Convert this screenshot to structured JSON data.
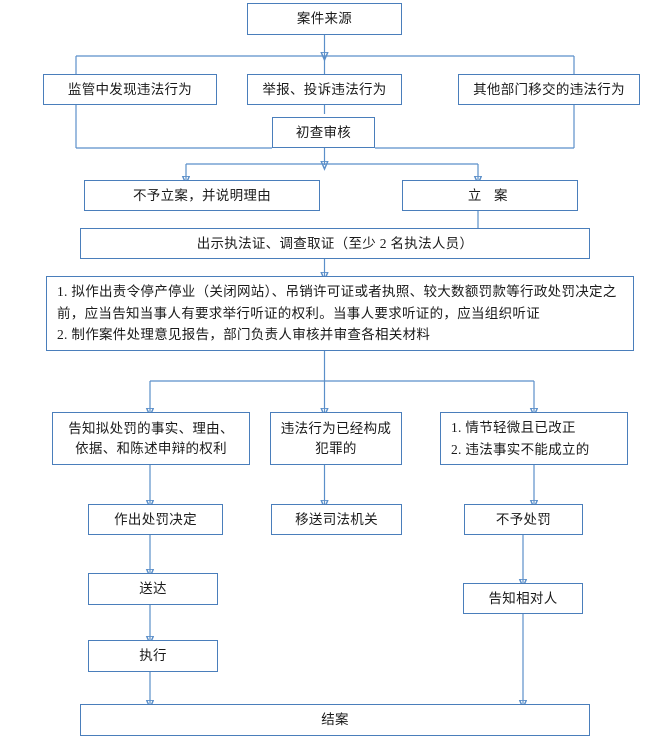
{
  "diagram": {
    "title": "案件来源",
    "type": "flowchart",
    "orientation": "top-down",
    "colors": {
      "box_border": "#4a7ebb",
      "connector": "#5b8fc9",
      "text": "#1a1a1a",
      "background": "#ffffff"
    },
    "nodes": [
      {
        "id": "source",
        "label": "案件来源"
      },
      {
        "id": "branch-a",
        "label": "监管中发现违法行为"
      },
      {
        "id": "branch-b",
        "label": "举报、投诉违法行为"
      },
      {
        "id": "branch-c",
        "label": "其他部门移交的违法行为"
      },
      {
        "id": "review",
        "label": "初查审核"
      },
      {
        "id": "no-case",
        "label": "不予立案，并说明理由"
      },
      {
        "id": "open-case",
        "label": "立  案"
      },
      {
        "id": "investigate",
        "label": "出示执法证、调查取证（至少 2 名执法人员）"
      },
      {
        "id": "hearing-1",
        "label": "1. 拟作出责令停产停业（关闭网站）、吊销许可证或者执照、较大数额罚款等行政处罚决定之前，应当告知当事人有要求举行听证的权利。当事人要求听证的，应当组织听证"
      },
      {
        "id": "hearing-2",
        "label": "2. 制作案件处理意见报告，部门负责人审核并审查各相关材料"
      },
      {
        "id": "notify-1",
        "label": "告知拟处罚的事实、理由、"
      },
      {
        "id": "notify-2",
        "label": "依据、和陈述申辩的权利"
      },
      {
        "id": "crime-1",
        "label": "违法行为已经构成"
      },
      {
        "id": "crime-2",
        "label": "犯罪的"
      },
      {
        "id": "minor-1",
        "label": "1. 情节轻微且已改正"
      },
      {
        "id": "minor-2",
        "label": "2. 违法事实不能成立的"
      },
      {
        "id": "decision",
        "label": "作出处罚决定"
      },
      {
        "id": "transfer",
        "label": "移送司法机关"
      },
      {
        "id": "no-penalty",
        "label": "不予处罚"
      },
      {
        "id": "serve",
        "label": "送达"
      },
      {
        "id": "inform-party",
        "label": "告知相对人"
      },
      {
        "id": "execute",
        "label": "执行"
      },
      {
        "id": "close",
        "label": "结案"
      }
    ]
  }
}
